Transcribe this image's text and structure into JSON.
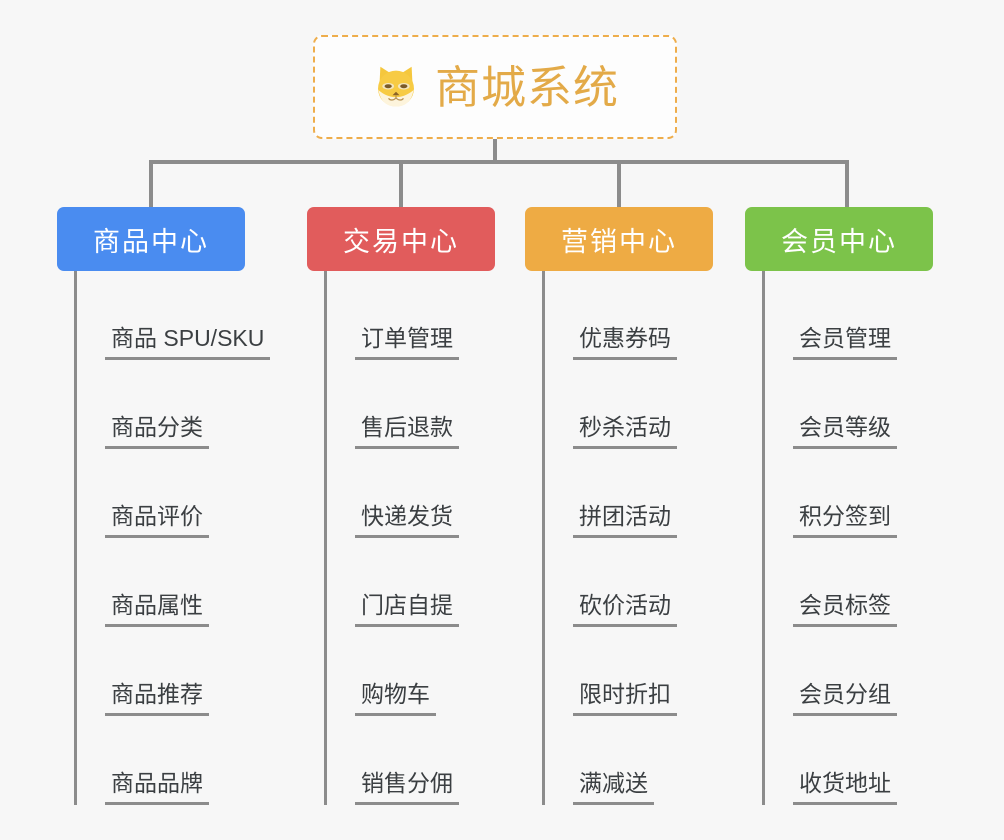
{
  "root": {
    "title": "商城系统",
    "icon": "shiba-dog-icon",
    "border_color": "#eead4b",
    "title_color": "#e3aa48"
  },
  "connector_color": "#8c8c8c",
  "background_color": "#f7f7f7",
  "columns": [
    {
      "header": "商品中心",
      "color": "#4a8cf0",
      "items": [
        "商品 SPU/SKU",
        "商品分类",
        "商品评价",
        "商品属性",
        "商品推荐",
        "商品品牌"
      ]
    },
    {
      "header": "交易中心",
      "color": "#e15c5c",
      "items": [
        "订单管理",
        "售后退款",
        "快递发货",
        "门店自提",
        "购物车",
        "销售分佣"
      ]
    },
    {
      "header": "营销中心",
      "color": "#eeab44",
      "items": [
        "优惠券码",
        "秒杀活动",
        "拼团活动",
        "砍价活动",
        "限时折扣",
        "满减送"
      ]
    },
    {
      "header": "会员中心",
      "color": "#7cc34a",
      "items": [
        "会员管理",
        "会员等级",
        "积分签到",
        "会员标签",
        "会员分组",
        "收货地址"
      ]
    }
  ]
}
